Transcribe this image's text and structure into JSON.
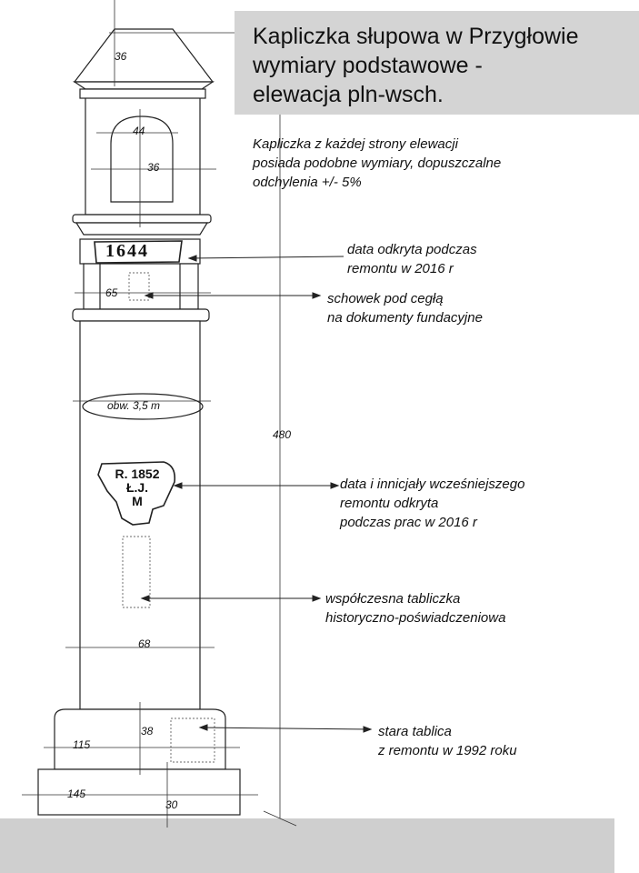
{
  "title": {
    "line1": "Kapliczka słupowa w Przygłowie",
    "line2": "wymiary podstawowe -",
    "line3": "elewacja pln-wsch."
  },
  "note": {
    "line1": "Kapliczka  z każdej strony elewacji",
    "line2": "posiada podobne wymiary, dopuszczalne",
    "line3": "odchylenia +/- 5%"
  },
  "annotations": {
    "date_plaque": {
      "line1": "data odkryta podczas",
      "line2": "remontu w 2016 r"
    },
    "cache": {
      "line1": "schowek pod cegłą",
      "line2": "na dokumenty fundacyjne"
    },
    "stone": {
      "line1": "data i innicjały wcześniejszego",
      "line2": "remontu odkryta",
      "line3": "podczas prac w 2016 r"
    },
    "modern_plaque": {
      "line1": "współczesna tabliczka",
      "line2": "historyczno-poświadczeniowa"
    },
    "old_plaque": {
      "line1": "stara tablica",
      "line2": "z remontu w 1992 roku"
    }
  },
  "dimensions": {
    "roof_width": "36",
    "niche_top": "44",
    "niche_width": "36",
    "box_width": "65",
    "circumference": "obw. 3,5 m",
    "total_height": "480",
    "shaft_width": "68",
    "base_height": "38",
    "base_width": "115",
    "plinth_width": "145",
    "plinth_height": "30"
  },
  "inscriptions": {
    "year": "1644",
    "stone_line1": "R. 1852",
    "stone_line2": "Ł.J.",
    "stone_line3": "M"
  }
}
